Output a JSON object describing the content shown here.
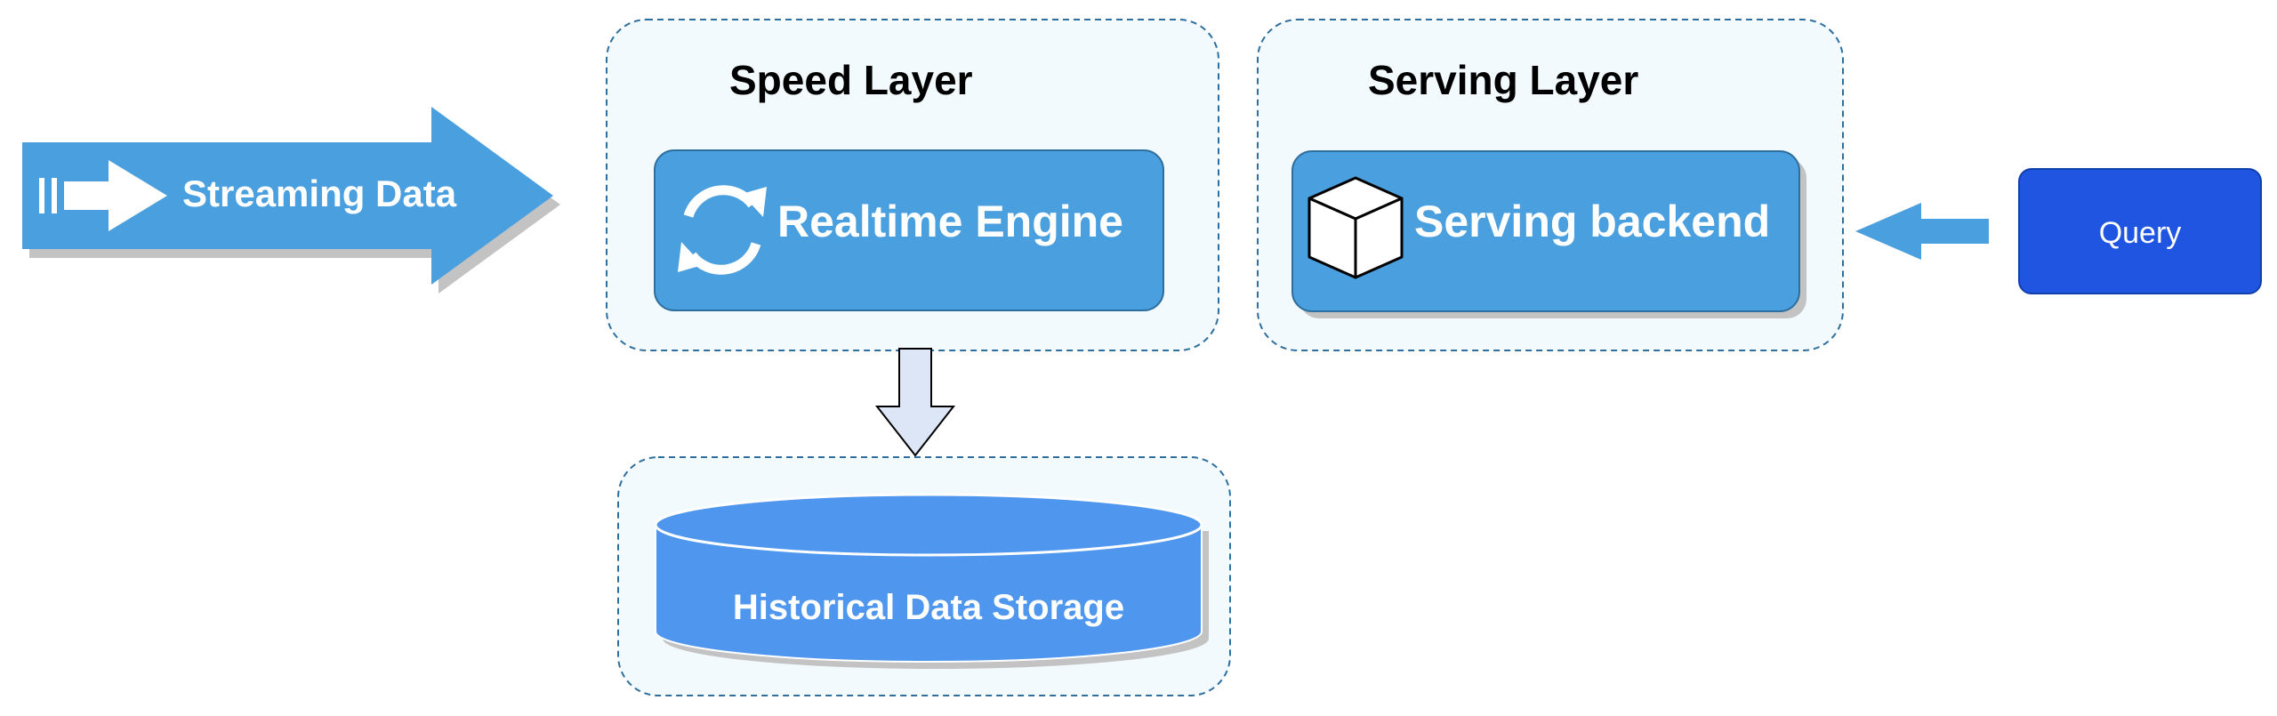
{
  "diagram": {
    "streaming": {
      "label": "Streaming Data"
    },
    "speed_layer": {
      "title": "Speed Layer",
      "engine_label": "Realtime Engine",
      "icon": "refresh-icon"
    },
    "serving_layer": {
      "title": "Serving Layer",
      "backend_label": "Serving backend",
      "icon": "cube-icon"
    },
    "query": {
      "label": "Query"
    },
    "storage": {
      "label": "Historical Data Storage"
    }
  },
  "colors": {
    "box_blue": "#4a9fdf",
    "box_border": "#2e6f9e",
    "container_fill": "#f3fafd",
    "container_border": "#2e6f9e",
    "query_fill": "#1f55e0",
    "arrow_blue": "#4a9fdf",
    "down_arrow_fill": "#dde6f7",
    "cylinder_fill": "#4f97ee",
    "shadow": "#c3c3c3"
  }
}
